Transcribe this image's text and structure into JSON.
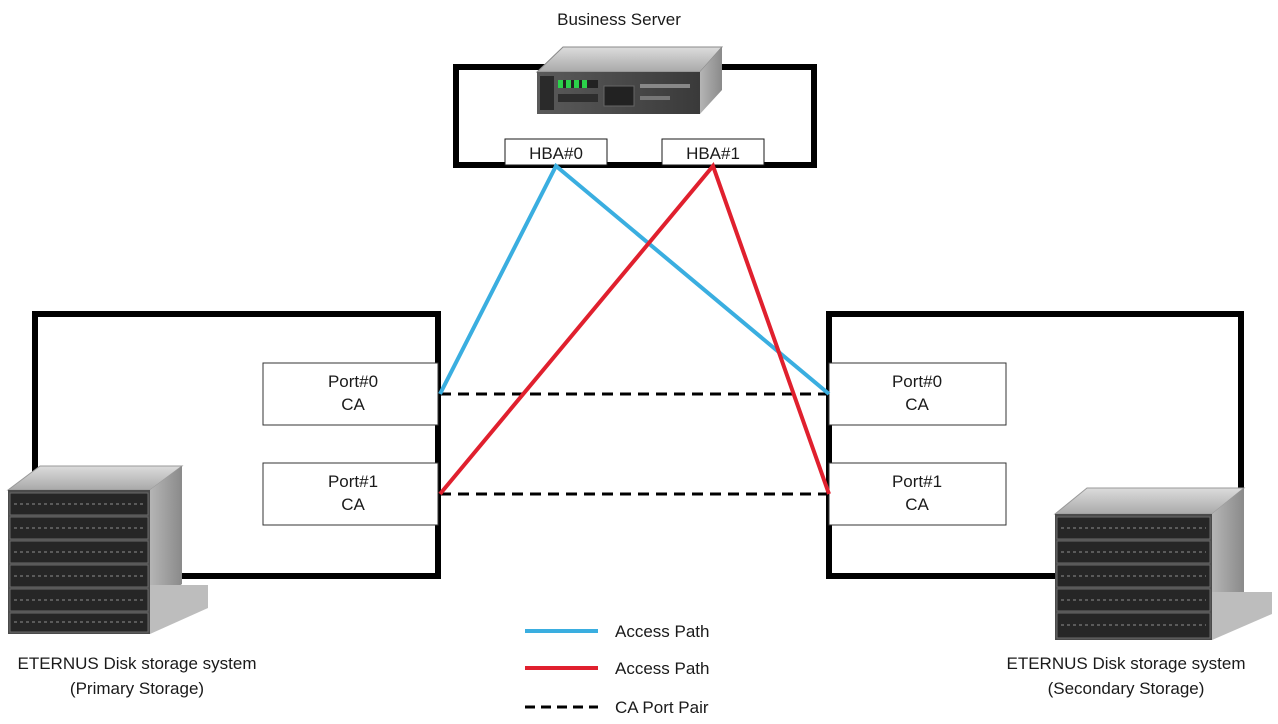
{
  "server": {
    "title": "Business Server",
    "hba0": "HBA#0",
    "hba1": "HBA#1"
  },
  "primary": {
    "port0": {
      "line1": "Port#0",
      "line2": "CA"
    },
    "port1": {
      "line1": "Port#1",
      "line2": "CA"
    },
    "caption_line1": "ETERNUS Disk storage system",
    "caption_line2": "(Primary Storage)"
  },
  "secondary": {
    "port0": {
      "line1": "Port#0",
      "line2": "CA"
    },
    "port1": {
      "line1": "Port#1",
      "line2": "CA"
    },
    "caption_line1": "ETERNUS Disk storage system",
    "caption_line2": "(Secondary Storage)"
  },
  "legend": [
    {
      "label": "Access Path",
      "style": "solid",
      "color": "#3aaee0"
    },
    {
      "label": "Access Path",
      "style": "solid",
      "color": "#e0202e"
    },
    {
      "label": "CA Port Pair",
      "style": "dashed",
      "color": "#000000"
    }
  ],
  "colors": {
    "access_path_blue": "#3aaee0",
    "access_path_red": "#e0202e",
    "frame": "#000000"
  }
}
